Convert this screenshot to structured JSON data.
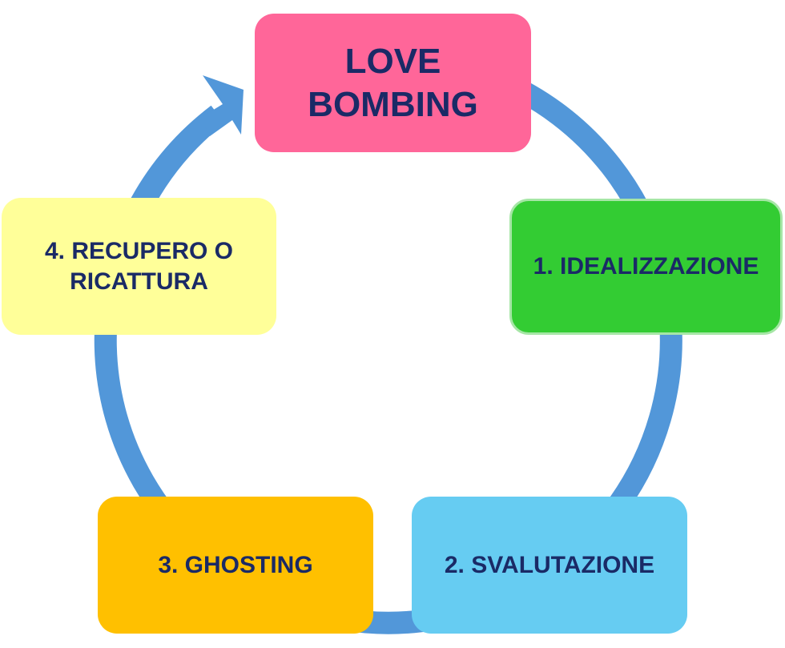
{
  "title": "Love bombing cycle",
  "steps": [
    {
      "line1": "LOVE",
      "line2": "BOMBING",
      "color": "#ff6699"
    },
    {
      "label": "1. IDEALIZZAZIONE",
      "color": "#33cc33"
    },
    {
      "label": "2. SVALUTAZIONE",
      "color": "#66ccf2"
    },
    {
      "label": "3. GHOSTING",
      "color": "#ffc000"
    },
    {
      "line1": "4. RECUPERO O",
      "line2": "RICATTURA",
      "color": "#ffff99"
    }
  ],
  "arrow_color": "#5297d9",
  "text_color": "#1a2a66"
}
